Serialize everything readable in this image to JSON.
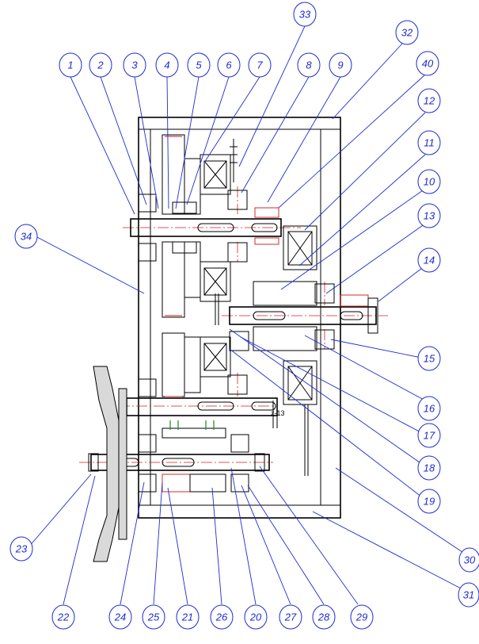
{
  "callouts": [
    "1",
    "2",
    "3",
    "4",
    "5",
    "6",
    "7",
    "8",
    "9",
    "10",
    "11",
    "12",
    "13",
    "14",
    "15",
    "16",
    "17",
    "18",
    "19",
    "20",
    "21",
    "22",
    "23",
    "24",
    "25",
    "26",
    "27",
    "28",
    "29",
    "30",
    "31",
    "32",
    "33",
    "34",
    "40"
  ],
  "annotations": {
    "gear_mark": "z-13"
  },
  "colors": {
    "callout": "#1f2bd0",
    "centerline": "#d02020",
    "contour": "#000000",
    "hatch_fill": "#d9d9d9"
  }
}
